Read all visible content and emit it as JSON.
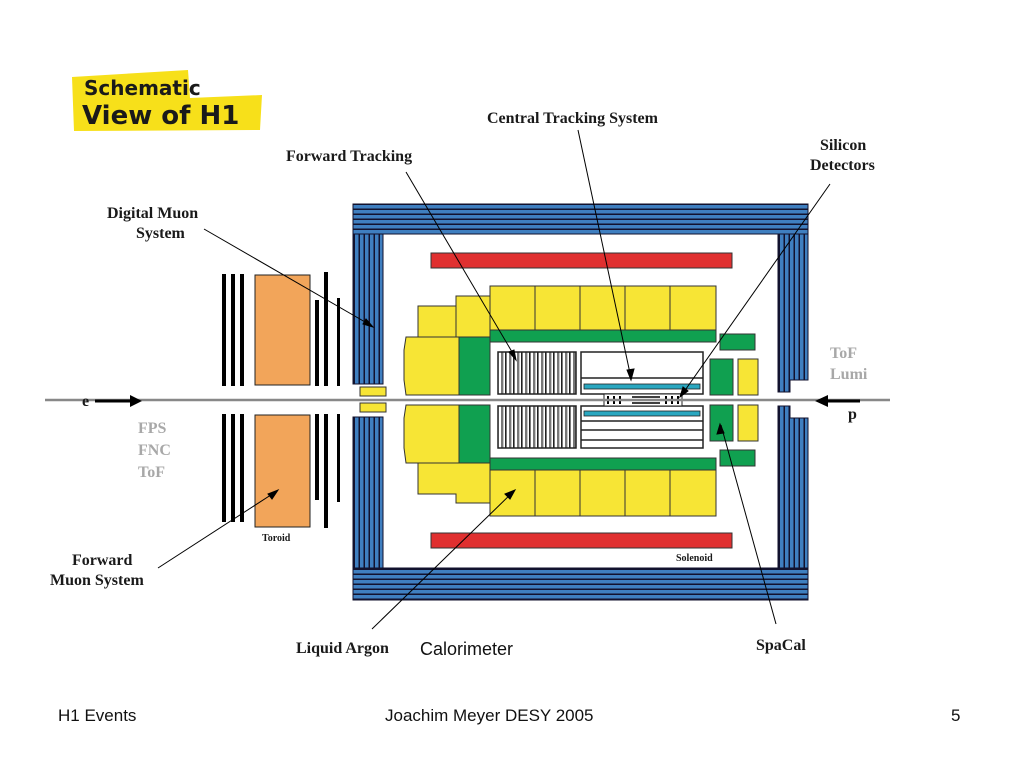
{
  "title": {
    "line1": "Schematic",
    "line2": "View of H1"
  },
  "labels": {
    "central_tracking": "Central  Tracking System",
    "forward_tracking": "Forward  Tracking",
    "silicon_line1": "Silicon",
    "silicon_line2": "Detectors",
    "digital_muon_line1": "Digital Muon",
    "digital_muon_line2": "System",
    "tof_lumi_line1": "ToF",
    "tof_lumi_line2": "Lumi",
    "beam_e": "e",
    "beam_p": "p",
    "fps": "FPS",
    "fnc": "FNC",
    "tof_left": "ToF",
    "toroid": "Toroid",
    "solenoid": "Solenoid",
    "forward_muon_line1": "Forward",
    "forward_muon_line2": "Muon System",
    "liquid_argon": "Liquid Argon",
    "calorimeter": "Calorimeter",
    "spacal": "SpaCal"
  },
  "colors": {
    "iron_yoke": "#3f7fc0",
    "solenoid": "#e03030",
    "calorimeter": "#f7e535",
    "hadronic": "#10a050",
    "toroid": "#f2a55a",
    "title_highlight": "#f7e01a"
  },
  "footer": {
    "left": "H1 Events",
    "center": "Joachim Meyer  DESY  2005",
    "page": "5"
  }
}
